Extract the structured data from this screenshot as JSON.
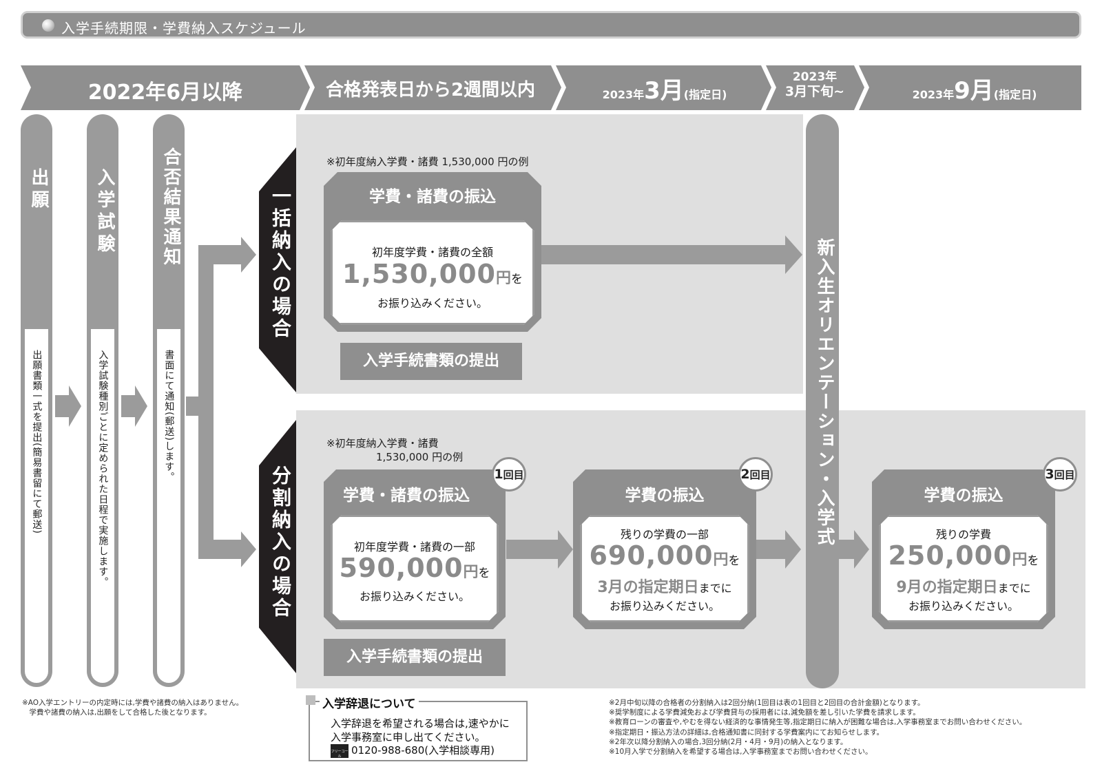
{
  "title": "入学手続期限・学費納入スケジュール",
  "timeline": {
    "seg1": "2022年6月以降",
    "seg2": "合格発表日から2週間以内",
    "seg3": {
      "year": "2023年",
      "month": "3月",
      "note": "(指定日)"
    },
    "seg4": {
      "line1": "2023年",
      "line2": "3月下旬~"
    },
    "seg5": {
      "year": "2023年",
      "month": "9月",
      "note": "(指定日)"
    }
  },
  "steps": [
    {
      "title": "出願",
      "note": "出願書類一式を提出(簡易書留にて郵送)"
    },
    {
      "title": "入学試験",
      "note": "入学試験種別ごとに定められた日程で実施します。"
    },
    {
      "title": "合否結果通知",
      "note": "書面にて通知(郵送)します。"
    }
  ],
  "lump": {
    "label": "一括納入の場合",
    "note": "※初年度納入学費・諸費 1,530,000 円の例",
    "box_title": "学費・諸費の振込",
    "line1": "初年度学費・諸費の全額",
    "amount": "1,530,000",
    "yen": "円",
    "wo": "を",
    "line3": "お振り込みください。",
    "submit": "入学手続書類の提出"
  },
  "split": {
    "label": "分割納入の場合",
    "note1": "※初年度納入学費・諸費",
    "note2": "1,530,000 円の例",
    "boxes": [
      {
        "badge_num": "1",
        "badge_text": "回目",
        "title": "学費・諸費の振込",
        "line1": "初年度学費・諸費の一部",
        "amount": "590,000",
        "yen": "円",
        "wo": "を",
        "deadline": "",
        "made": "",
        "last": "お振り込みください。"
      },
      {
        "badge_num": "2",
        "badge_text": "回目",
        "title": "学費の振込",
        "line1": "残りの学費の一部",
        "amount": "690,000",
        "yen": "円",
        "wo": "を",
        "deadline": "3月の指定期日",
        "made": "までに",
        "last": "お振り込みください。"
      },
      {
        "badge_num": "3",
        "badge_text": "回目",
        "title": "学費の振込",
        "line1": "残りの学費",
        "amount": "250,000",
        "yen": "円",
        "wo": "を",
        "deadline": "9月の指定期日",
        "made": "までに",
        "last": "お振り込みください。"
      }
    ],
    "submit": "入学手続書類の提出"
  },
  "orientation": "新入生オリエンテーション・入学式",
  "footnote_left": [
    "※AO入学エントリーの内定時には,学費や諸費の納入はありません。",
    "　学費や諸費の納入は,出願をして合格した後となります。"
  ],
  "withdrawal": {
    "title": "入学辞退について",
    "line1": "入学辞退を希望される場合は,速やかに",
    "line2": "入学事務室に申し出てください。",
    "phone": "0120-988-680(入学相談専用)",
    "free_label": "フリーコール"
  },
  "footnotes_right": [
    "※2月中旬以降の合格者の分割納入は2回分納(1回目は表の1回目と2回目の合計金額)となります。",
    "※奨学制度による学費減免および学費貸与の採用者には,減免額を差し引いた学費を請求します。",
    "※教育ローンの審査や,やむを得ない経済的な事情発生等,指定期日に納入が困難な場合は,入学事務室までお問い合わせください。",
    "※指定期日・振込方法の詳細は,合格通知書に同封する学費案内にてお知らせします。",
    "※2年次以降分割納入の場合,3回分納(2月・4月・9月)の納入となります。",
    "※10月入学で分割納入を希望する場合は,入学事務室までお問い合わせください。"
  ]
}
